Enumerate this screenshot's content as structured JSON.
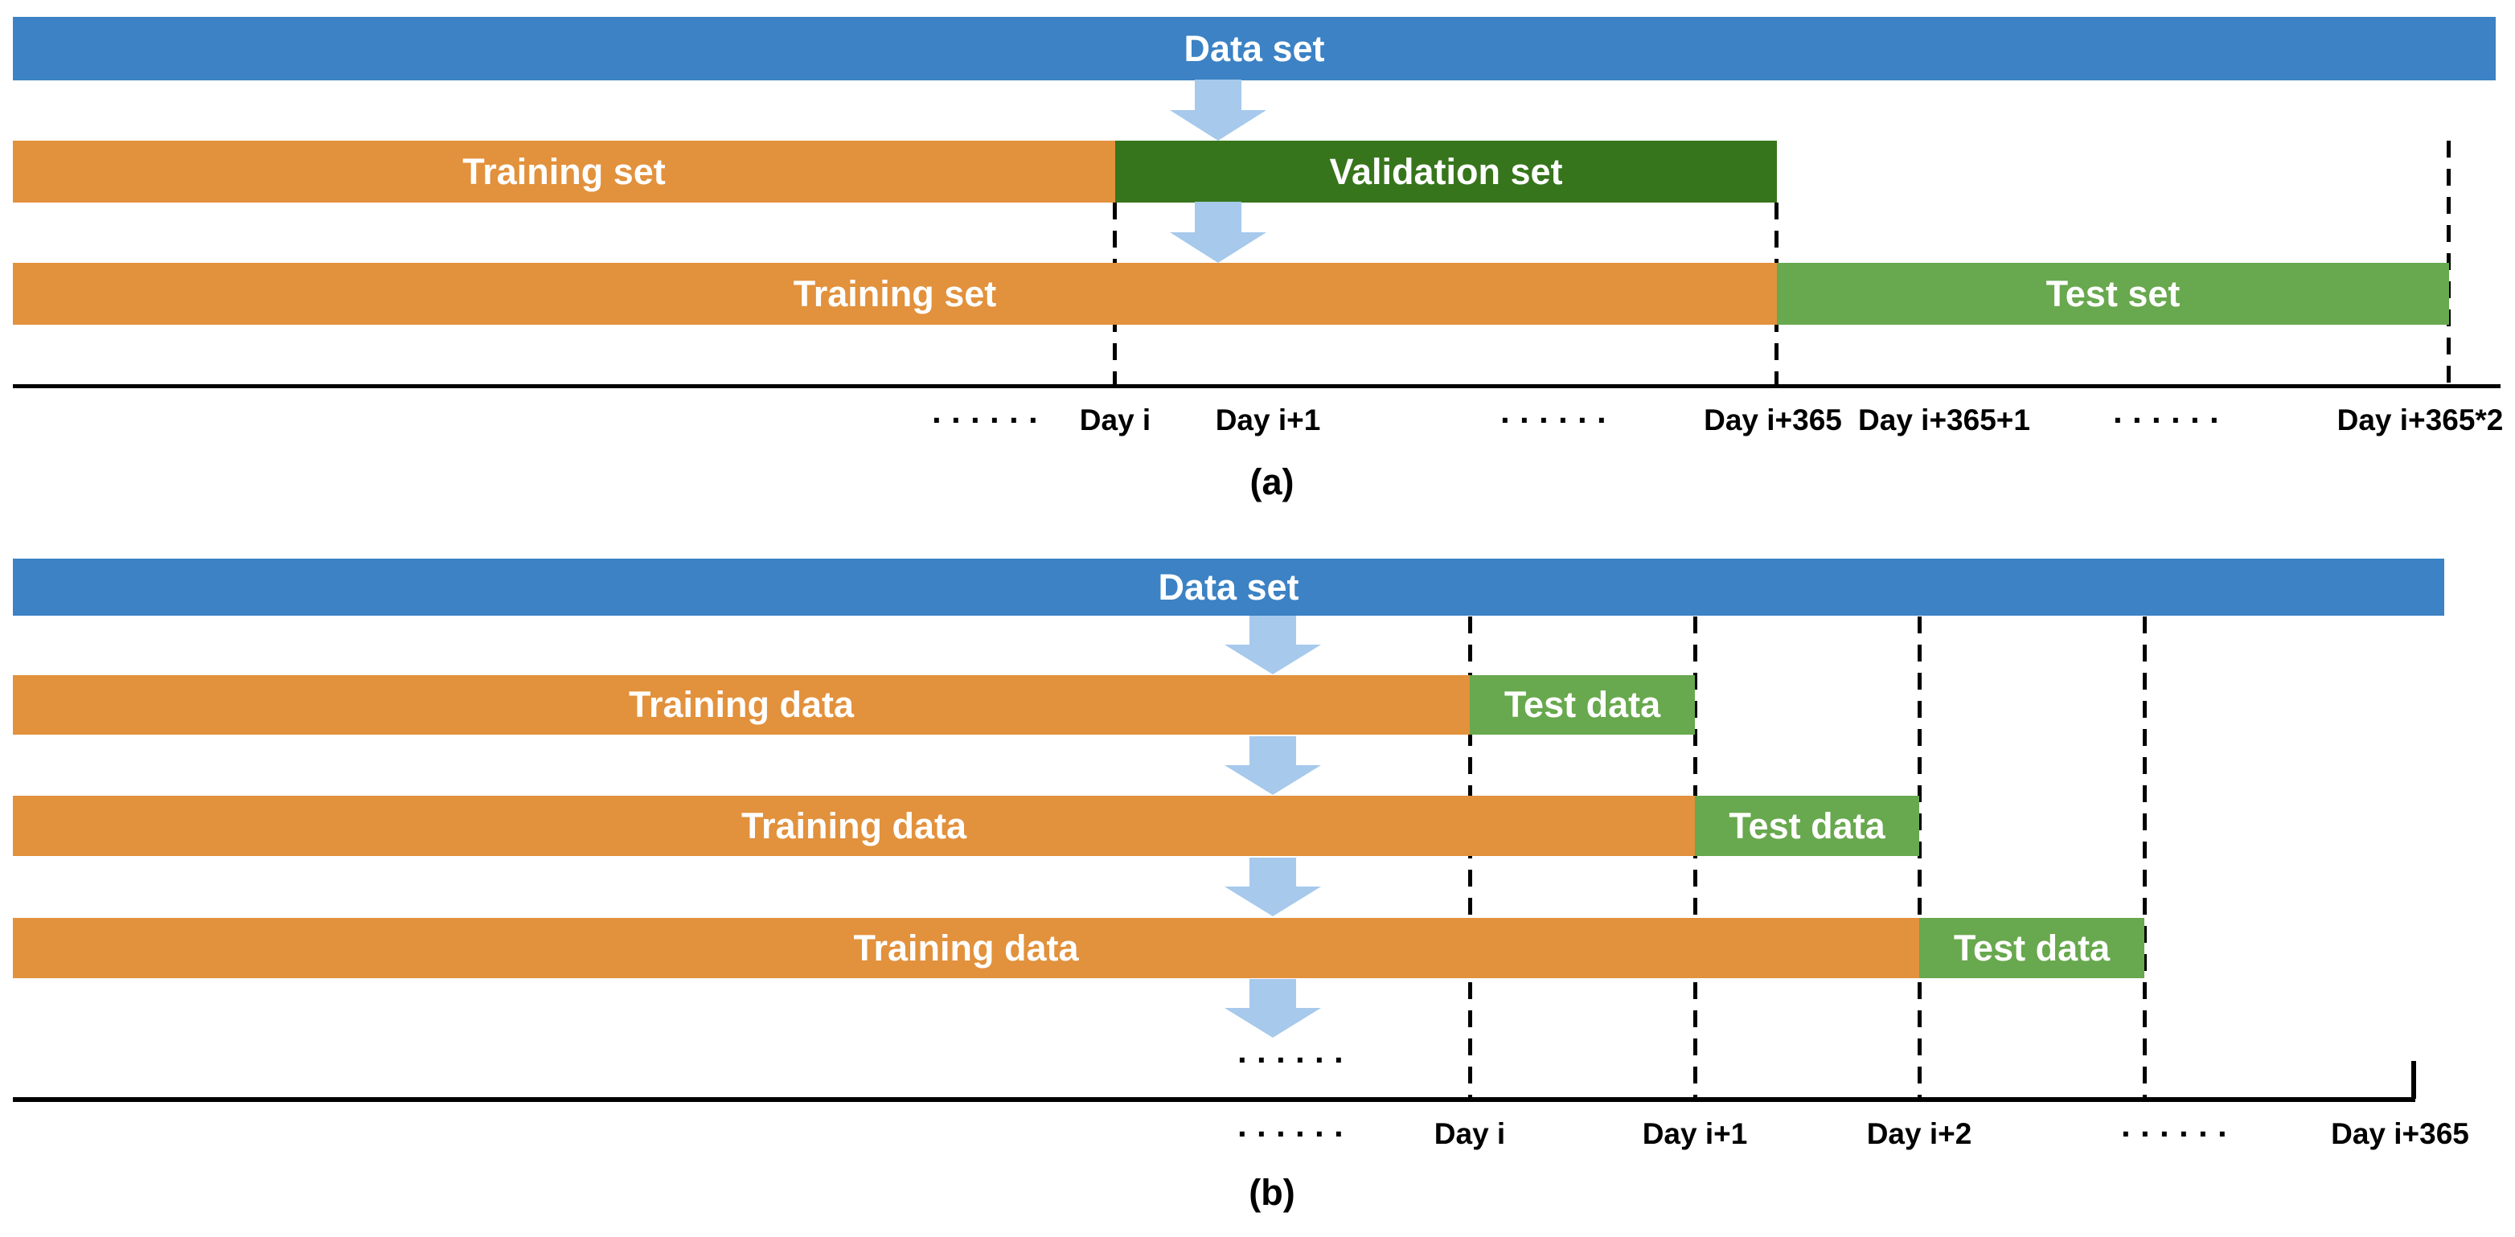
{
  "colors": {
    "dataset": "#3c82c4",
    "training": "#e2913c",
    "validation": "#37751c",
    "test": "#68a84e",
    "arrow": "#a6c9ec",
    "line": "#000000"
  },
  "panel_a": {
    "caption": "(a)",
    "dataset_label": "Data set",
    "split_row": {
      "training_label": "Training set",
      "validation_label": "Validation set"
    },
    "final_row": {
      "training_label": "Training set",
      "test_label": "Test set"
    },
    "axis_labels": [
      "······",
      "Day i",
      "Day i+1",
      "······",
      "Day i+365",
      "Day i+365+1",
      "······",
      "Day i+365*2"
    ]
  },
  "panel_b": {
    "caption": "(b)",
    "dataset_label": "Data set",
    "rows": [
      {
        "training_label": "Training data",
        "test_label": "Test data"
      },
      {
        "training_label": "Training data",
        "test_label": "Test data"
      },
      {
        "training_label": "Training data",
        "test_label": "Test data"
      }
    ],
    "ellipsis_above_axis": "······",
    "axis_labels": [
      "······",
      "Day i",
      "Day i+1",
      "Day i+2",
      "······",
      "Day i+365"
    ]
  }
}
